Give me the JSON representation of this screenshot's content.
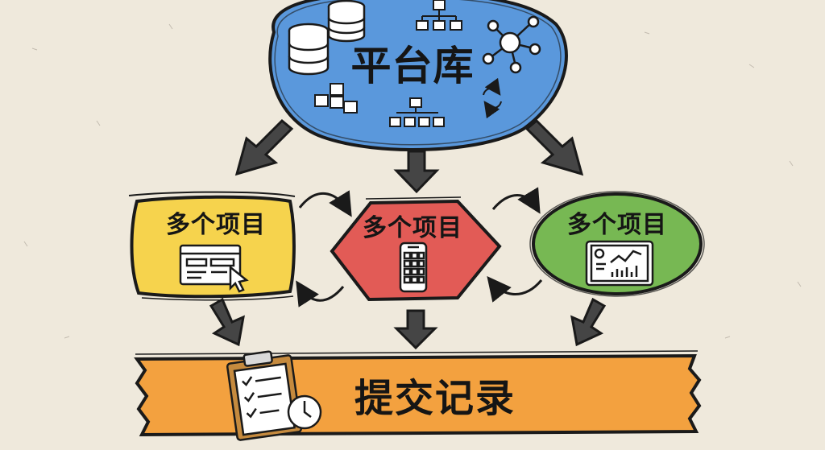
{
  "platform": {
    "title": "平台库",
    "color": "#5a98dc"
  },
  "projects": [
    {
      "title": "多个项目",
      "color": "#f6d34d",
      "icon": "web-window-cursor-icon"
    },
    {
      "title": "多个项目",
      "color": "#e25b56",
      "icon": "smartphone-icon"
    },
    {
      "title": "多个项目",
      "color": "#77b853",
      "icon": "tablet-chart-icon"
    }
  ],
  "commit": {
    "title": "提交记录",
    "color": "#f3a13f",
    "icon": "clipboard-checklist-clock-icon"
  },
  "colors": {
    "background": "#efe9dc",
    "ink": "#1a1a1a"
  }
}
